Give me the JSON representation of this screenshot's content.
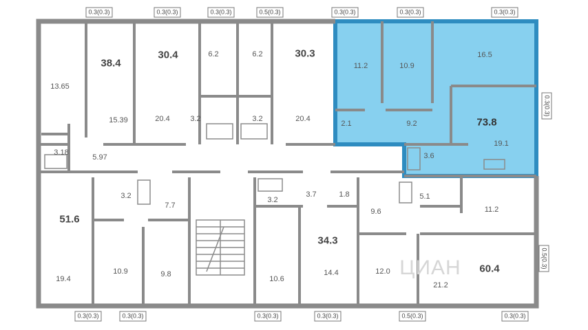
{
  "colors": {
    "wall": "#8a8a8a",
    "highlight_fill": "#87d0ef",
    "highlight_border": "#2e8cc0",
    "label": "#555555"
  },
  "apartment_totals": {
    "a1": "38.4",
    "a2": "30.4",
    "a3": "30.3",
    "a4": "73.8",
    "a5": "51.6",
    "a6": "34.3",
    "a7": "60.4"
  },
  "room_areas": {
    "r1": "13.65",
    "r2": "15.39",
    "r3": "3.18",
    "r4": "5.97",
    "r5": "20.4",
    "r6": "6.2",
    "r7": "3.2",
    "r8": "6.2",
    "r9": "3.2",
    "r10": "20.4",
    "r11": "11.2",
    "r12": "10.9",
    "r13": "16.5",
    "r14": "2.1",
    "r15": "9.2",
    "r16": "19.1",
    "r17": "3.6",
    "r18": "3.2",
    "r19": "7.7",
    "r20": "19.4",
    "r21": "10.9",
    "r22": "9.8",
    "r23": "3.2",
    "r24": "3.7",
    "r25": "1.8",
    "r26": "10.6",
    "r27": "14.4",
    "r28": "9.6",
    "r29": "5.1",
    "r30": "11.2",
    "r31": "12.0",
    "r32": "21.2"
  },
  "balconies": {
    "t1": "0.3(0.3)",
    "t2": "0.3(0.3)",
    "t3": "0.3(0.3)",
    "t4": "0.5(0.3)",
    "t5": "0.3(0.3)",
    "t6": "0.3(0.3)",
    "t7": "0.3(0.3)",
    "r1": "0.3(0.3)",
    "r2": "0.5(0.3)",
    "b1": "0.3(0.3)",
    "b2": "0.3(0.3)",
    "b3": "0.3(0.3)",
    "b4": "0.3(0.3)",
    "b5": "0.5(0.3)",
    "b6": "0.3(0.3)"
  },
  "watermark": "ЦИАН"
}
